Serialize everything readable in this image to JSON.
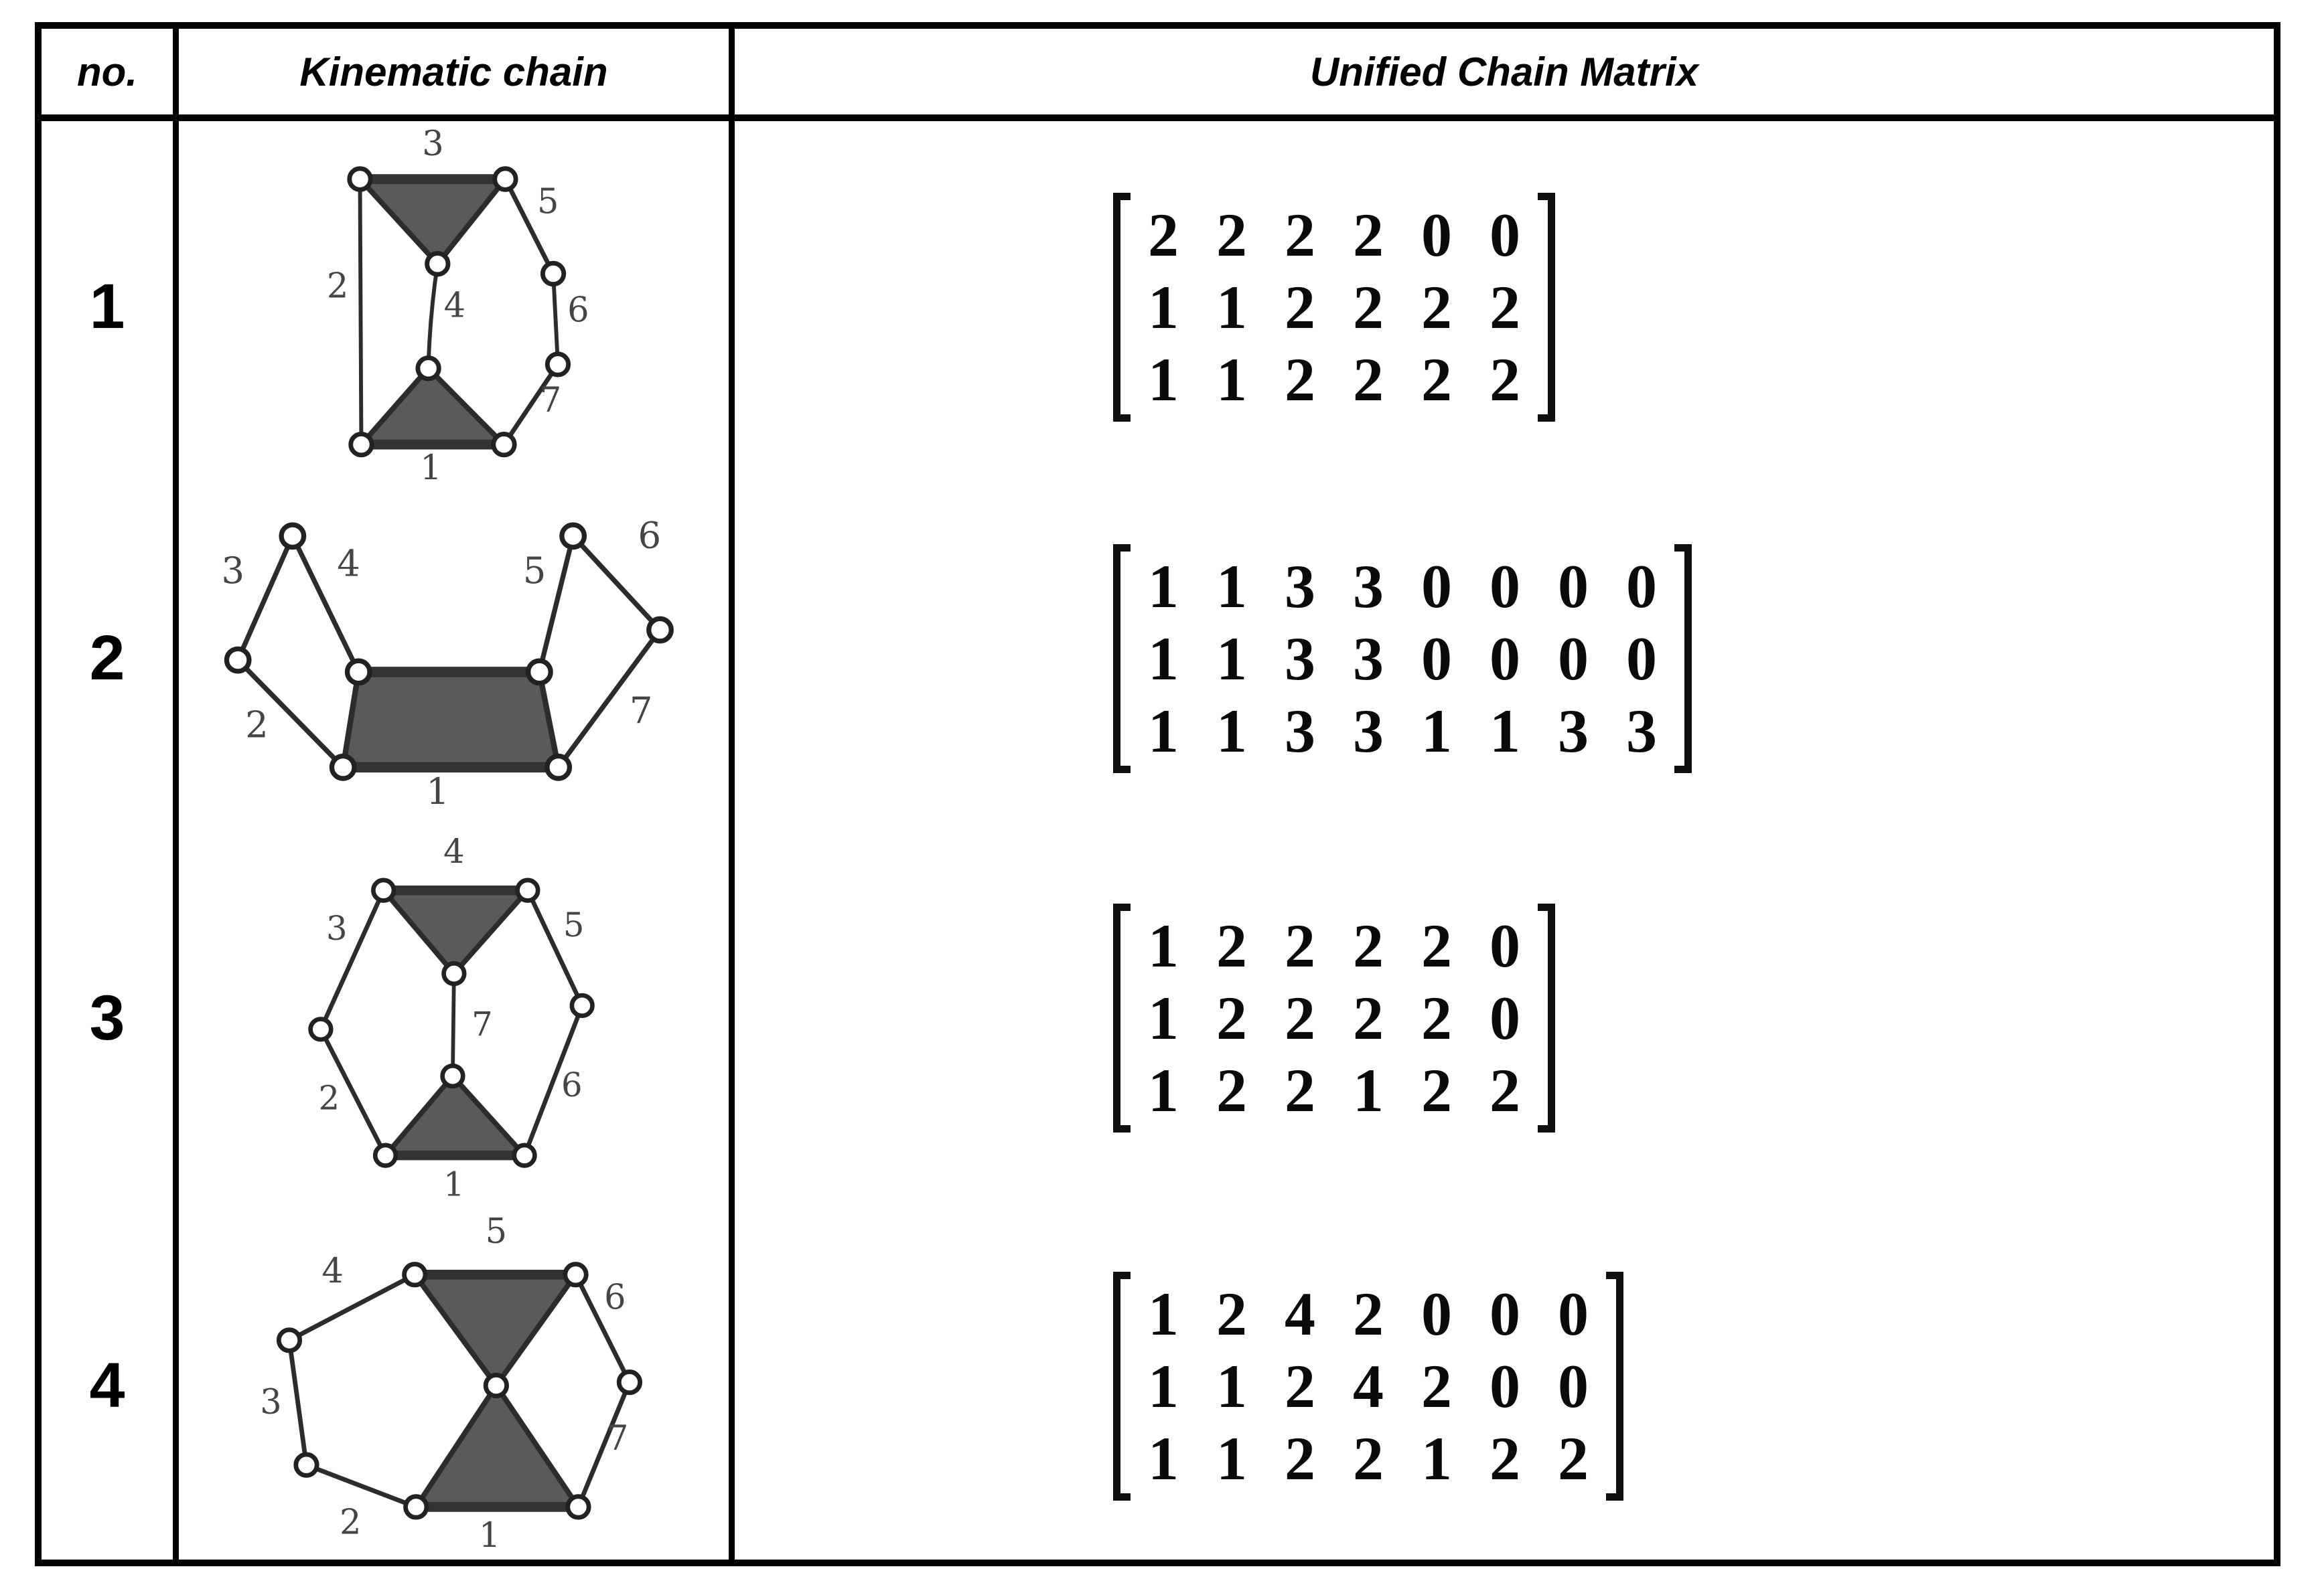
{
  "header": {
    "no": "no.",
    "kinematic_chain": "Kinematic chain",
    "unified_chain_matrix": "Unified Chain Matrix"
  },
  "rows": [
    {
      "no": "1",
      "chain": {
        "link_labels": {
          "l1": "1",
          "l2": "2",
          "l3": "3",
          "l4": "4",
          "l5": "5",
          "l6": "6",
          "l7": "7"
        }
      },
      "matrix": [
        [
          "2",
          "2",
          "2",
          "2",
          "0",
          "0"
        ],
        [
          "1",
          "1",
          "2",
          "2",
          "2",
          "2"
        ],
        [
          "1",
          "1",
          "2",
          "2",
          "2",
          "2"
        ]
      ]
    },
    {
      "no": "2",
      "chain": {
        "link_labels": {
          "l1": "1",
          "l2": "2",
          "l3": "3",
          "l4": "4",
          "l5": "5",
          "l6": "6",
          "l7": "7"
        }
      },
      "matrix": [
        [
          "1",
          "1",
          "3",
          "3",
          "0",
          "0",
          "0",
          "0"
        ],
        [
          "1",
          "1",
          "3",
          "3",
          "0",
          "0",
          "0",
          "0"
        ],
        [
          "1",
          "1",
          "3",
          "3",
          "1",
          "1",
          "3",
          "3"
        ]
      ]
    },
    {
      "no": "3",
      "chain": {
        "link_labels": {
          "l1": "1",
          "l2": "2",
          "l3": "3",
          "l4": "4",
          "l5": "5",
          "l6": "6",
          "l7": "7"
        }
      },
      "matrix": [
        [
          "1",
          "2",
          "2",
          "2",
          "2",
          "0"
        ],
        [
          "1",
          "2",
          "2",
          "2",
          "2",
          "0"
        ],
        [
          "1",
          "2",
          "2",
          "1",
          "2",
          "2"
        ]
      ]
    },
    {
      "no": "4",
      "chain": {
        "link_labels": {
          "l1": "1",
          "l2": "2",
          "l3": "3",
          "l4": "4",
          "l5": "5",
          "l6": "6",
          "l7": "7"
        }
      },
      "matrix": [
        [
          "1",
          "2",
          "4",
          "2",
          "0",
          "0",
          "0"
        ],
        [
          "1",
          "1",
          "2",
          "4",
          "2",
          "0",
          "0"
        ],
        [
          "1",
          "1",
          "2",
          "2",
          "1",
          "2",
          "2"
        ]
      ]
    }
  ],
  "colors": {
    "ternary_fill": "#5a5a5a",
    "line": "#2c2c2c",
    "label": "#454545",
    "border": "#000000"
  }
}
